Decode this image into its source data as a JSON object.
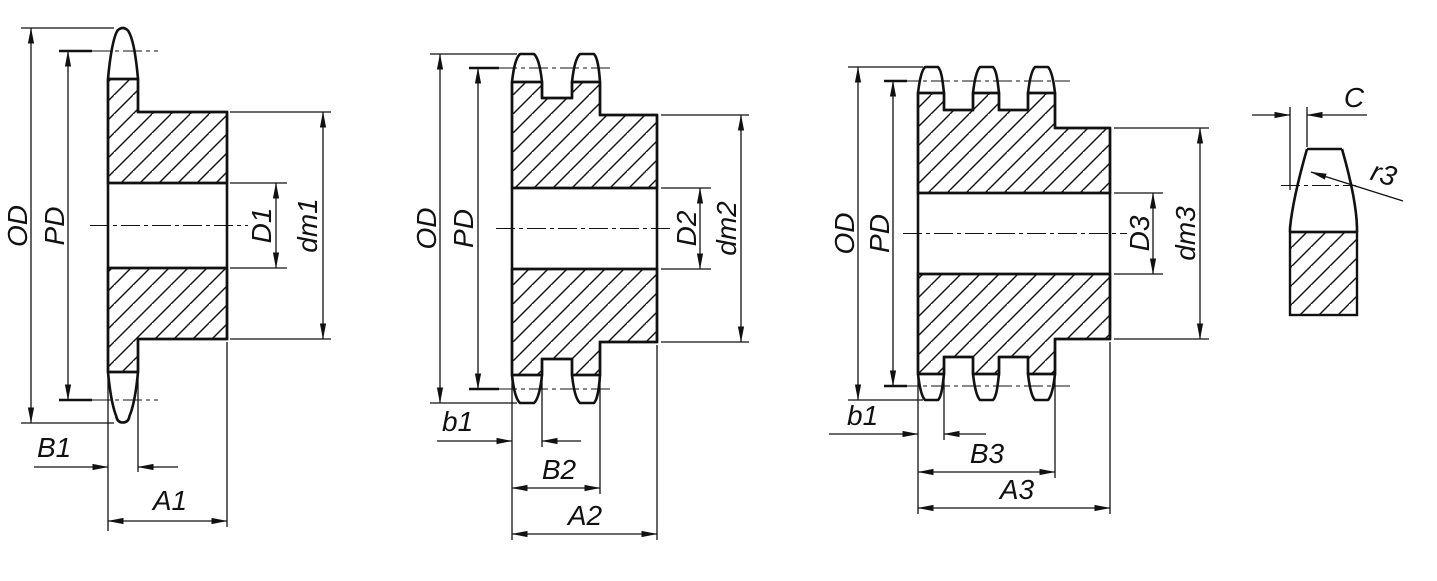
{
  "drawing": {
    "views": {
      "single": {
        "od_label": "OD",
        "pd_label": "PD",
        "bore_label": "D1",
        "hub_label": "dm1",
        "width_label": "B1",
        "overall_label": "A1"
      },
      "double": {
        "od_label": "OD",
        "pd_label": "PD",
        "bore_label": "D2",
        "hub_label": "dm2",
        "tooth_label": "b1",
        "width_label": "B2",
        "overall_label": "A2"
      },
      "triple": {
        "od_label": "OD",
        "pd_label": "PD",
        "bore_label": "D3",
        "hub_label": "dm3",
        "tooth_label": "b1",
        "width_label": "B3",
        "overall_label": "A3"
      },
      "tooth_detail": {
        "chamfer_label": "C",
        "radius_label": "r3"
      }
    },
    "colors": {
      "ink": "#111111",
      "background": "#ffffff"
    }
  }
}
